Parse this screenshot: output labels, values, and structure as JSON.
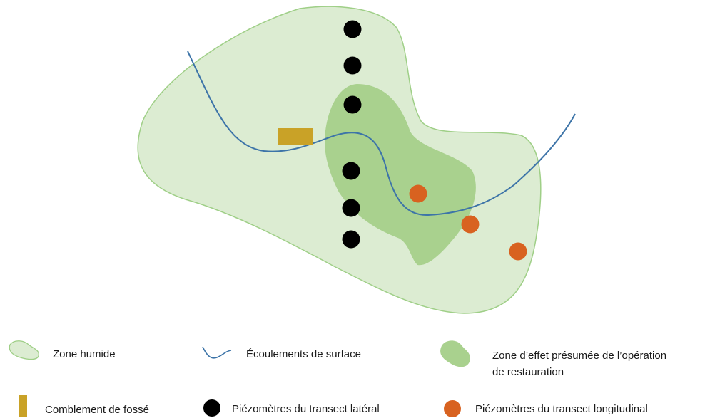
{
  "colors": {
    "wetland_fill": "#dcecd2",
    "wetland_stroke": "#9fcf87",
    "effect_zone_fill": "#a9d18e",
    "stream": "#3d74a8",
    "ditch_fill": "#c9a227",
    "lateral_piezometer": "#000000",
    "longitudinal_piezometer": "#d86220"
  },
  "legend": {
    "wetland": "Zone humide",
    "surface_flow": "Écoulements de surface",
    "effect_zone_line1": "Zone d’effet présumée de l’opération",
    "effect_zone_line2": "de restauration",
    "ditch_fill": "Comblement de fossé",
    "lateral": "Piézomètres du transect latéral",
    "longitudinal": "Piézomètres du transect longitudinal"
  },
  "icons": {
    "wetland": "blob-shape-icon",
    "surface_flow": "wave-line-icon",
    "effect_zone": "blob-shape-icon",
    "ditch_fill": "rectangle-icon",
    "lateral": "circle-icon",
    "longitudinal": "circle-icon"
  },
  "piezometers": {
    "lateral_count": 6,
    "longitudinal_count": 3
  }
}
